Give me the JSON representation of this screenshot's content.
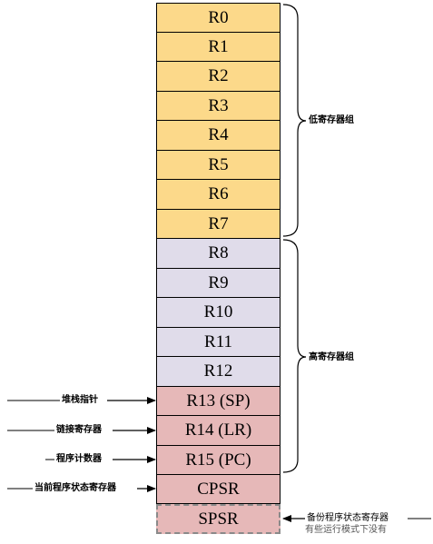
{
  "registers": {
    "r0": "R0",
    "r1": "R1",
    "r2": "R2",
    "r3": "R3",
    "r4": "R4",
    "r5": "R5",
    "r6": "R6",
    "r7": "R7",
    "r8": "R8",
    "r9": "R9",
    "r10": "R10",
    "r11": "R11",
    "r12": "R12",
    "r13": "R13 (SP)",
    "r14": "R14 (LR)",
    "r15": "R15 (PC)",
    "cpsr": "CPSR",
    "spsr": "SPSR"
  },
  "groups": {
    "low": "低寄存器组",
    "high": "高寄存器组"
  },
  "annotations": {
    "sp": "堆栈指针",
    "lr": "链接寄存器",
    "pc": "程序计数器",
    "cpsr": "当前程序状态寄存器",
    "spsr": "备份程序状态寄存器",
    "spsr_note": "有些运行模式下没有"
  },
  "colors": {
    "low_group": "#fcd98a",
    "high_group": "#e0dcea",
    "special_registers": "#e6b8b8"
  }
}
